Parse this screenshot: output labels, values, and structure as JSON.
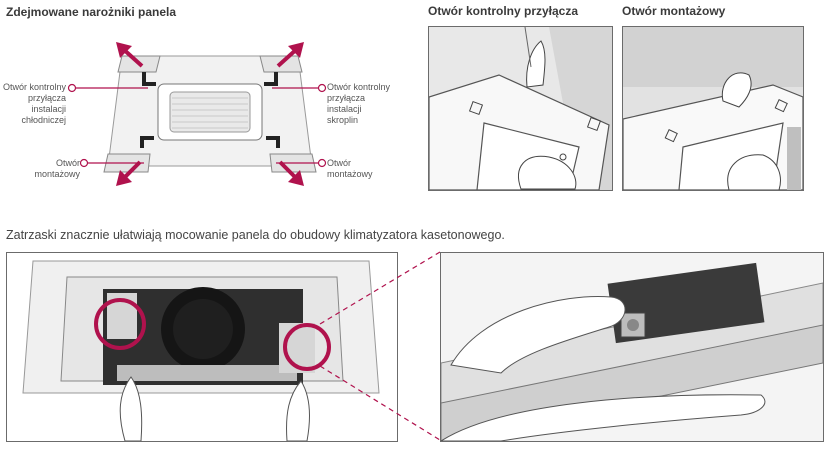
{
  "headings": {
    "removable_corners": "Zdejmowane narożniki panela",
    "connection_inspection": "Otwór kontrolny przyłącza",
    "mounting_hole": "Otwór montażowy"
  },
  "callouts": {
    "left_top": [
      "Otwór kontrolny",
      "przyłącza",
      "instalacji",
      "chłodniczej"
    ],
    "right_top": [
      "Otwór kontrolny",
      "przyłącza",
      "instalacji",
      "skroplin"
    ],
    "left_bottom": [
      "Otwór",
      "montażowy"
    ],
    "right_bottom": [
      "Otwór",
      "montażowy"
    ]
  },
  "caption": "Zatrzaski znacznie ułatwiają mocowanie panela do obudowy klimatyzatora kasetonowego.",
  "colors": {
    "accent": "#b0124d",
    "frame": "#6b6b6b"
  }
}
